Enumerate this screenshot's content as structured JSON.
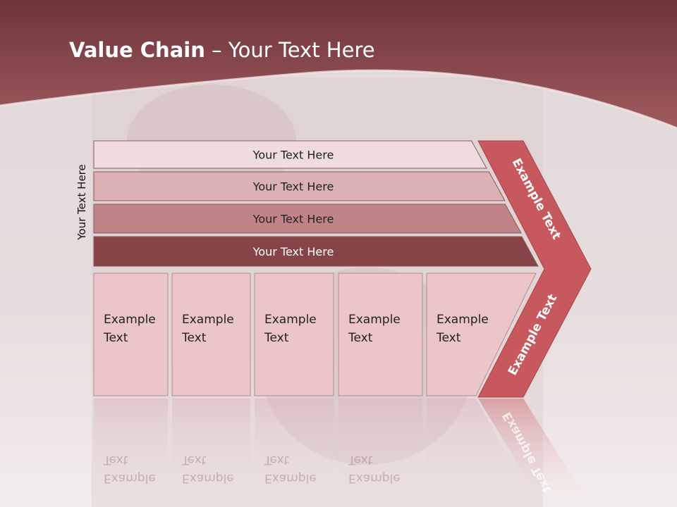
{
  "title": {
    "bold": "Value Chain",
    "rest": " – Your Text Here"
  },
  "side_label": "Your Text Here",
  "rows": [
    {
      "label": "Your Text Here",
      "fill": "#f0dcdc",
      "text_color": "#222222"
    },
    {
      "label": "Your Text Here",
      "fill": "#dcb1b3",
      "text_color": "#222222"
    },
    {
      "label": "Your Text Here",
      "fill": "#c08387",
      "text_color": "#222222"
    },
    {
      "label": "Your Text Here",
      "fill": "#864449",
      "text_color": "#ffffff"
    }
  ],
  "boxes": [
    {
      "line1": "Example",
      "line2": "Text"
    },
    {
      "line1": "Example",
      "line2": "Text"
    },
    {
      "line1": "Example",
      "line2": "Text"
    },
    {
      "line1": "Example",
      "line2": "Text"
    },
    {
      "line1": "Example",
      "line2": "Text"
    }
  ],
  "chevron": {
    "upper": "Example Text",
    "lower": "Example Text",
    "fill": "#c7595e"
  },
  "colors": {
    "header": "#874047",
    "box_fill": "#ebc5c7",
    "background": "#ece6e6"
  }
}
